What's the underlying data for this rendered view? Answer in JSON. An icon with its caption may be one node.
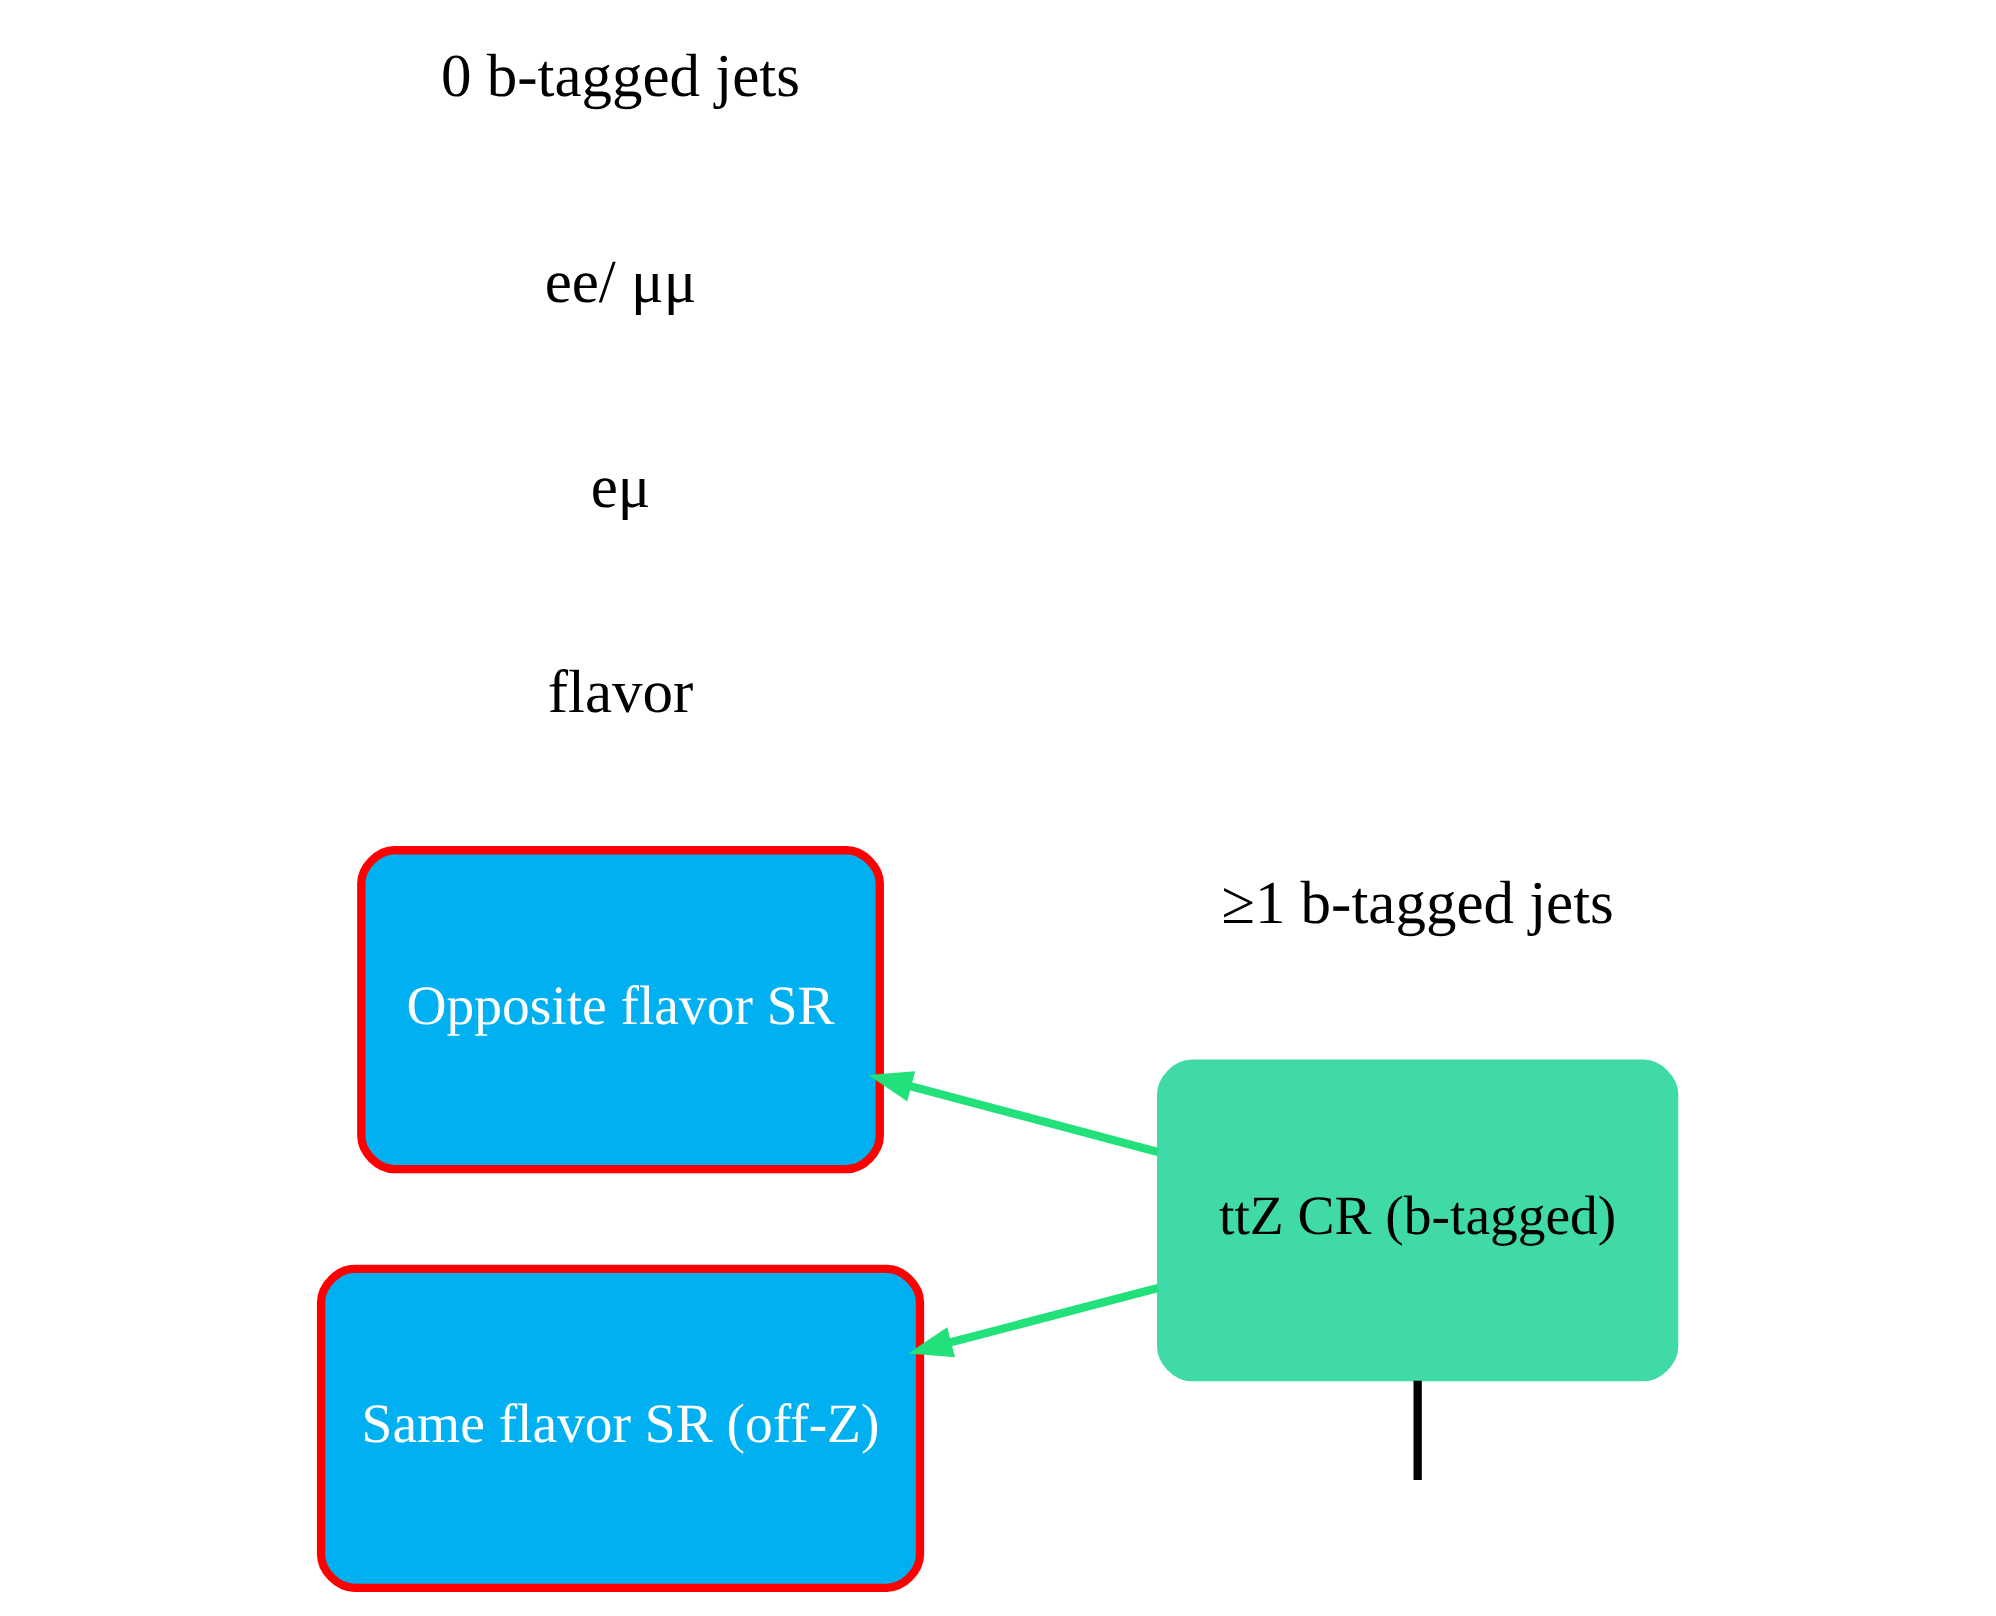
{
  "diagram": {
    "nodes": [
      {
        "text": [
          "Opposite flavor SR"
        ]
      },
      {
        "text": [
          "Same flavor SR (off-Z)"
        ]
      },
      {
        "text": [
          "ttZ CR (b-tagged)"
        ]
      }
    ],
    "edges": [
      {
        "from": 2,
        "to": 0,
        "arrow": "to"
      },
      {
        "from": 2,
        "to": 1,
        "arrow": "to"
      },
      {
        "from": 2,
        "to": null,
        "arrow": "none",
        "color": "#000000"
      }
    ],
    "labels": [
      "flavor",
      "eμ",
      "ee/ μμ",
      "0 b-tagged jets",
      "≥1 b-tagged jets"
    ]
  }
}
